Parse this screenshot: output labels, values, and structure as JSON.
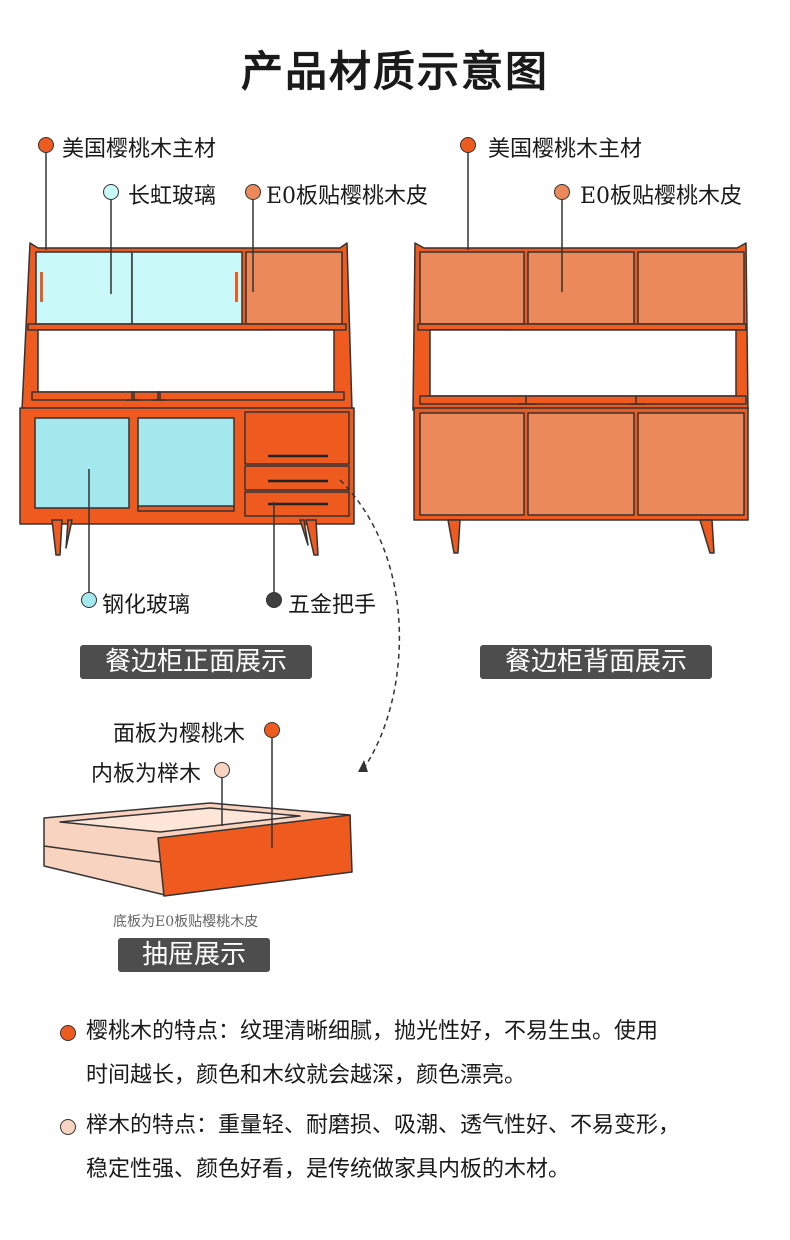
{
  "title": "产品材质示意图",
  "colors": {
    "cherry": "#ef5b1e",
    "veneer": "#ec895a",
    "glass_light": "#caf9f9",
    "glass_tempered": "#a3e8ec",
    "beech": "#f8d4c0",
    "hardware": "#3f3f3f",
    "banner": "#4d4d4d"
  },
  "front": {
    "labels": {
      "cherry_main": "美国樱桃木主材",
      "changhong_glass": "长虹玻璃",
      "e0_veneer": "E0板贴樱桃木皮",
      "tempered_glass": "钢化玻璃",
      "hardware_handle": "五金把手"
    },
    "banner": "餐边柜正面展示"
  },
  "back": {
    "labels": {
      "cherry_main": "美国樱桃木主材",
      "e0_veneer": "E0板贴樱桃木皮"
    },
    "banner": "餐边柜背面展示"
  },
  "drawer": {
    "panel_label": "面板为樱桃木",
    "inner_label": "内板为榉木",
    "bottom_note": "底板为E0板贴樱桃木皮",
    "banner": "抽屉展示"
  },
  "notes": [
    {
      "lines": [
        "樱桃木的特点：纹理清晰细腻，抛光性好，不易生虫。使用",
        "时间越长，颜色和木纹就会越深，颜色漂亮。"
      ]
    },
    {
      "lines": [
        "榉木的特点：重量轻、耐磨损、吸潮、透气性好、不易变形，",
        "稳定性强、颜色好看，是传统做家具内板的木材。"
      ]
    }
  ]
}
